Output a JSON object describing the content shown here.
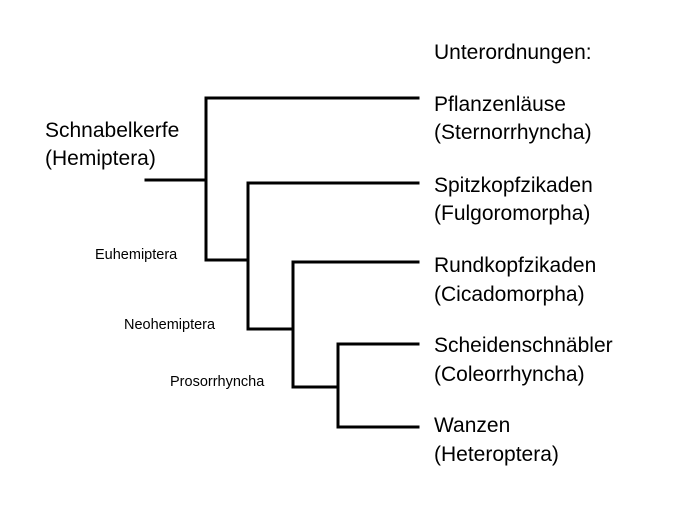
{
  "header": {
    "title": "Unterordnungen:"
  },
  "root": {
    "name": "Schnabelkerfe",
    "latin": "(Hemiptera)"
  },
  "clades": [
    {
      "id": "euhemiptera",
      "label": "Euhemiptera"
    },
    {
      "id": "neohemiptera",
      "label": "Neohemiptera"
    },
    {
      "id": "prosorrhyncha",
      "label": "Prosorrhyncha"
    }
  ],
  "suborders": [
    {
      "name": "Pflanzenläuse",
      "latin": "(Sternorrhyncha)"
    },
    {
      "name": "Spitzkopfzikaden",
      "latin": "(Fulgoromorpha)"
    },
    {
      "name": "Rundkopfzikaden",
      "latin": "(Cicadomorpha)"
    },
    {
      "name": "Scheidenschnäbler",
      "latin": "(Coleorrhyncha)"
    },
    {
      "name": "Wanzen",
      "latin": "(Heteroptera)"
    }
  ],
  "colors": {
    "line": "#000000",
    "text": "#000000",
    "background": "#ffffff"
  }
}
